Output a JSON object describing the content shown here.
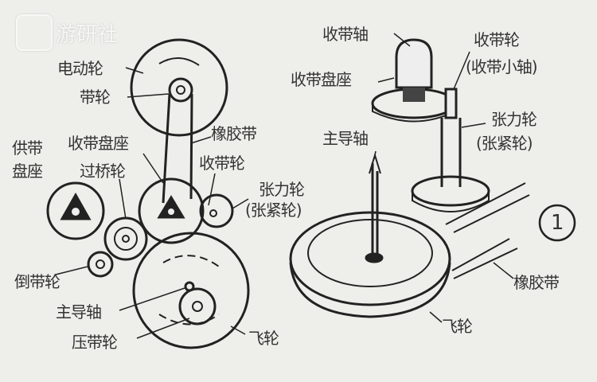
{
  "watermark": {
    "text": "游研社",
    "icon": "gamepad-logo-icon"
  },
  "left_diagram": {
    "labels": {
      "motor_wheel": "电动轮",
      "pulley": "带轮",
      "takeup_reel_seat": "收带盘座",
      "rubber_belt": "橡胶带",
      "supply_reel_seat_1": "供带",
      "supply_reel_seat_2": "盘座",
      "idler": "过桥轮",
      "takeup_wheel": "收带轮",
      "tension_wheel": "张力轮",
      "tension_wheel_alt": "(张紧轮)",
      "rewind_wheel": "倒带轮",
      "capstan": "主导轴",
      "pinch_roller": "压带轮",
      "flywheel": "飞轮"
    }
  },
  "right_diagram": {
    "labels": {
      "takeup_shaft": "收带轴",
      "takeup_wheel": "收带轮",
      "takeup_wheel_alt": "(收带小轴)",
      "takeup_reel_seat": "收带盘座",
      "tension_wheel": "张力轮",
      "tension_wheel_alt": "(张紧轮)",
      "capstan": "主导轴",
      "figure_number": "1",
      "rubber_belt": "橡胶带",
      "flywheel": "飞轮"
    }
  }
}
